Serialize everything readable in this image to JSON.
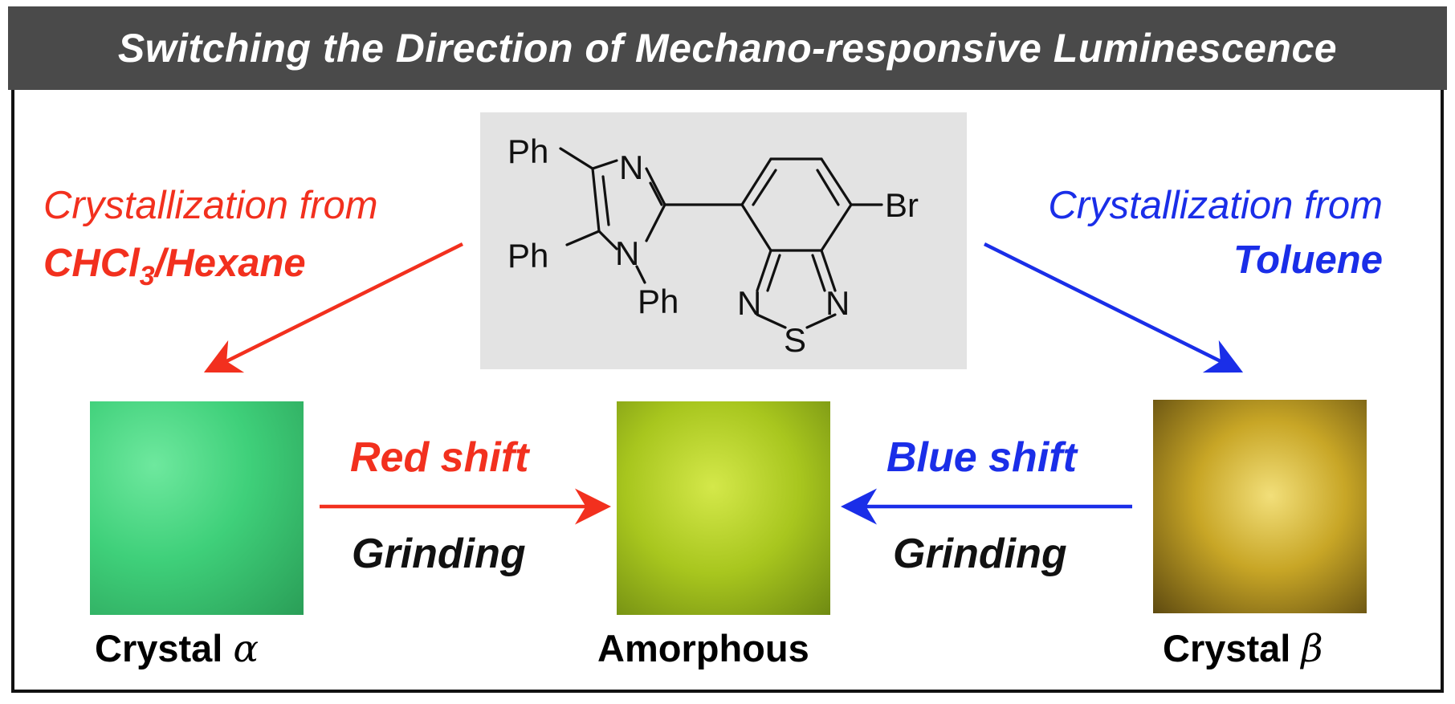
{
  "title": "Switching the Direction of Mechano-responsive Luminescence",
  "colors": {
    "red": "#f2301e",
    "blue": "#1a2ee8",
    "title_bg": "#4a4a4a",
    "mol_bg": "#e3e3e3"
  },
  "left_route": {
    "line1": "Crystallization from",
    "solvent": "CHCl",
    "subscript": "3",
    "solvent_suffix": "/Hexane"
  },
  "right_route": {
    "line1": "Crystallization from",
    "solvent": "Toluene"
  },
  "molecule": {
    "atoms": {
      "ph_top": "Ph",
      "ph_mid": "Ph",
      "ph_bottom": "Ph",
      "n_imid_top": "N",
      "n_imid_bottom": "N",
      "br": "Br",
      "n_left": "N",
      "n_right": "N",
      "s": "S"
    }
  },
  "samples": [
    {
      "label": "Crystal",
      "greek": "α",
      "color": "#3fd07a"
    },
    {
      "label": "Amorphous",
      "greek": "",
      "color": "#a8c61e"
    },
    {
      "label": "Crystal",
      "greek": "β",
      "color": "#c8a626"
    }
  ],
  "left_transition": {
    "shift": "Red shift",
    "process": "Grinding"
  },
  "right_transition": {
    "shift": "Blue shift",
    "process": "Grinding"
  }
}
